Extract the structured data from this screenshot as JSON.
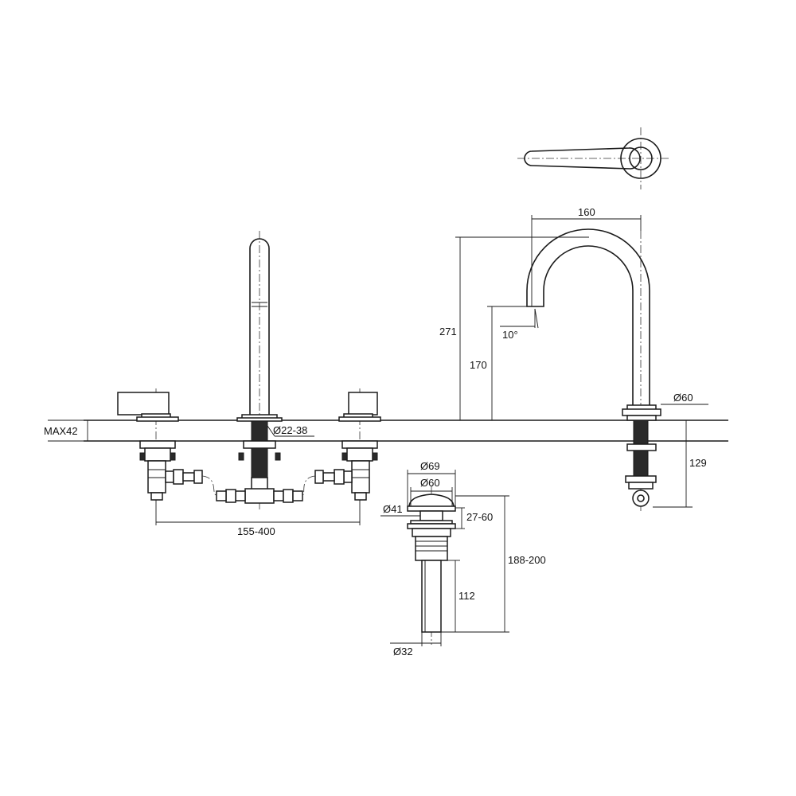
{
  "labels": {
    "max42": "MAX42",
    "d22_38": "Ø22-38",
    "spread": "155-400",
    "width160": "160",
    "h271": "271",
    "h170": "170",
    "angle": "10°",
    "d60_spout": "Ø60",
    "h129": "129",
    "d69": "Ø69",
    "d60_waste": "Ø60",
    "d41": "Ø41",
    "r27_60": "27-60",
    "r188_200": "188-200",
    "h112": "112",
    "d32": "Ø32"
  }
}
